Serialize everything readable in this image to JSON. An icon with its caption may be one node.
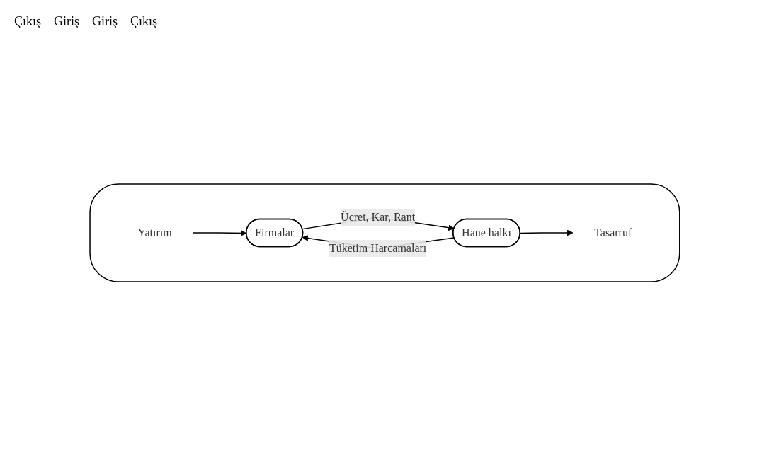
{
  "diagram": {
    "nodes": [
      {
        "text": [],
        "shape": "box"
      },
      {
        "text": [
          "Firmalar"
        ],
        "in": 0
      },
      {
        "text": [
          "Hane halkı"
        ],
        "in": 0
      },
      {
        "text": [
          "Yatırım"
        ],
        "in": 0
      },
      {
        "text": [
          "Tasarruf"
        ],
        "in": 0
      }
    ],
    "edges": [
      {
        "from": 3,
        "to": 1,
        "arrow": "to"
      },
      {
        "from": 1,
        "to": 2,
        "arrow": "to",
        "label": "Ücret, Kar, Rant"
      },
      {
        "from": 2,
        "to": 1,
        "arrow": "to",
        "label": "Tüketim Harcamaları"
      },
      {
        "from": 2,
        "to": 4,
        "arrow": "to"
      }
    ],
    "labels": [
      "Çıkış",
      "Giriş",
      "Giriş",
      "Çıkış"
    ]
  }
}
